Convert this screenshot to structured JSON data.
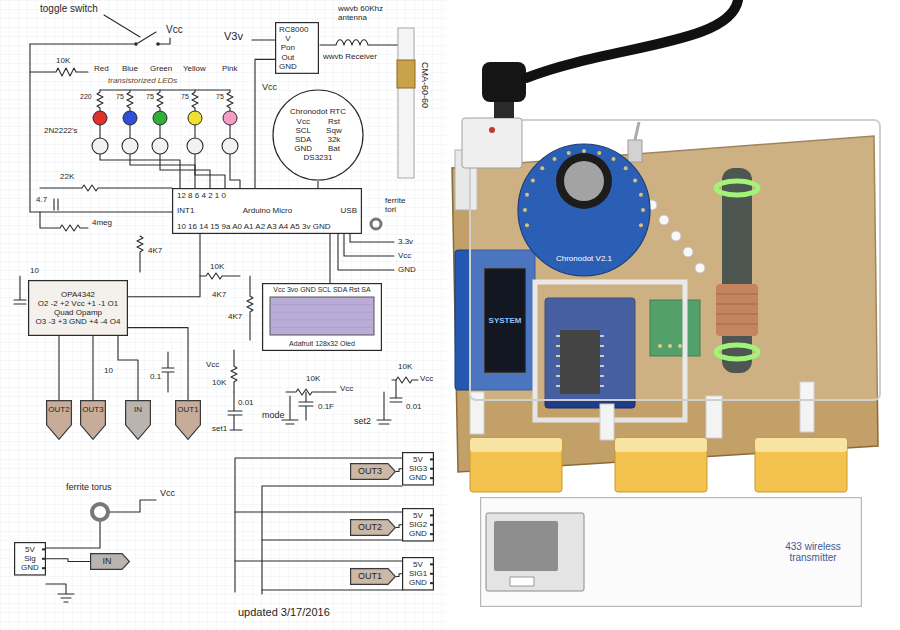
{
  "diagram": {
    "nodes": [
      {
        "text": [
          "RC8000",
          "V Pon Out GND"
        ]
      },
      {
        "text": [
          "Chronodot RTC",
          "Vcc SCL SDA GND",
          "Rst Sqw 32k Bat",
          "DS3231"
        ]
      },
      {
        "text": [
          "12 8 6 4 2 1 0",
          "INT1",
          "Arduino Micro",
          "USB",
          "10 16 14 15 9a A0 A1 A2 A3 A4 A5 3v GND"
        ]
      },
      {
        "text": [
          "OPA4342",
          "O2 -2 +2 Vcc +1 -1 O1",
          "Quad Opamp",
          "O3 -3 +3 GND +4 -4 O4"
        ]
      },
      {
        "text": [
          "Vcc 3vo GND SCL SDA Rst SA",
          "Adafruit 128x32 Oled"
        ]
      },
      {
        "text": [
          "OUT2"
        ]
      },
      {
        "text": [
          "OUT3"
        ]
      },
      {
        "text": [
          "IN"
        ]
      },
      {
        "text": [
          "OUT1"
        ]
      },
      {
        "text": [
          "OUT3"
        ]
      },
      {
        "text": [
          "5V SIG3 GND"
        ]
      },
      {
        "text": [
          "OUT2"
        ]
      },
      {
        "text": [
          "5V SIG2 GND"
        ]
      },
      {
        "text": [
          "OUT1"
        ]
      },
      {
        "text": [
          "5V SIG1 GND"
        ]
      },
      {
        "text": [
          "5V Sig GND"
        ]
      },
      {
        "text": [
          "IN"
        ]
      },
      {
        "text": [
          "Chronodot V2.1"
        ]
      },
      {
        "text": [
          "SYSTEM"
        ]
      },
      {
        "text": [
          "433 wireless transmitter"
        ]
      }
    ],
    "edges": [
      {
        "from": 0,
        "to": 2,
        "arrow": "none"
      },
      {
        "from": 1,
        "to": 2,
        "arrow": "none"
      },
      {
        "from": 4,
        "to": 2,
        "arrow": "none"
      },
      {
        "from": 3,
        "to": 2,
        "arrow": "none"
      },
      {
        "from": 3,
        "to": 5,
        "arrow": "none"
      },
      {
        "from": 3,
        "to": 6,
        "arrow": "none"
      },
      {
        "from": 7,
        "to": 3,
        "arrow": "none"
      },
      {
        "from": 3,
        "to": 8,
        "arrow": "none"
      },
      {
        "from": 9,
        "to": 10,
        "arrow": "none"
      },
      {
        "from": 11,
        "to": 12,
        "arrow": "none"
      },
      {
        "from": 13,
        "to": 14,
        "arrow": "none"
      },
      {
        "from": 15,
        "to": 16,
        "arrow": "none"
      }
    ],
    "labels": [
      "toggle switch",
      "Vcc",
      "V3v",
      "wwvb Receiver",
      "wwvb 60Khz antenna",
      "CMA-60-60",
      "10K",
      "Red",
      "Blue",
      "Green",
      "Yellow",
      "Pink",
      "transistorized LEDs",
      "220",
      "75",
      "75",
      "75",
      "75",
      "2N2222's",
      "Vcc",
      "22K",
      "4.7",
      "4meg",
      "ferrite tori",
      "3.3v",
      "Vcc",
      "GND",
      "10",
      "4K7",
      "10K",
      "4K7",
      "4K7",
      "10",
      "0.1",
      "Vcc",
      "10K",
      "0.01",
      "set1",
      "mode",
      "0.1F",
      "10K",
      "Vcc",
      "set2",
      "10K",
      "Vcc",
      "0.01",
      "ferrite torus",
      "Vcc",
      "updated 3/17/2016"
    ]
  }
}
